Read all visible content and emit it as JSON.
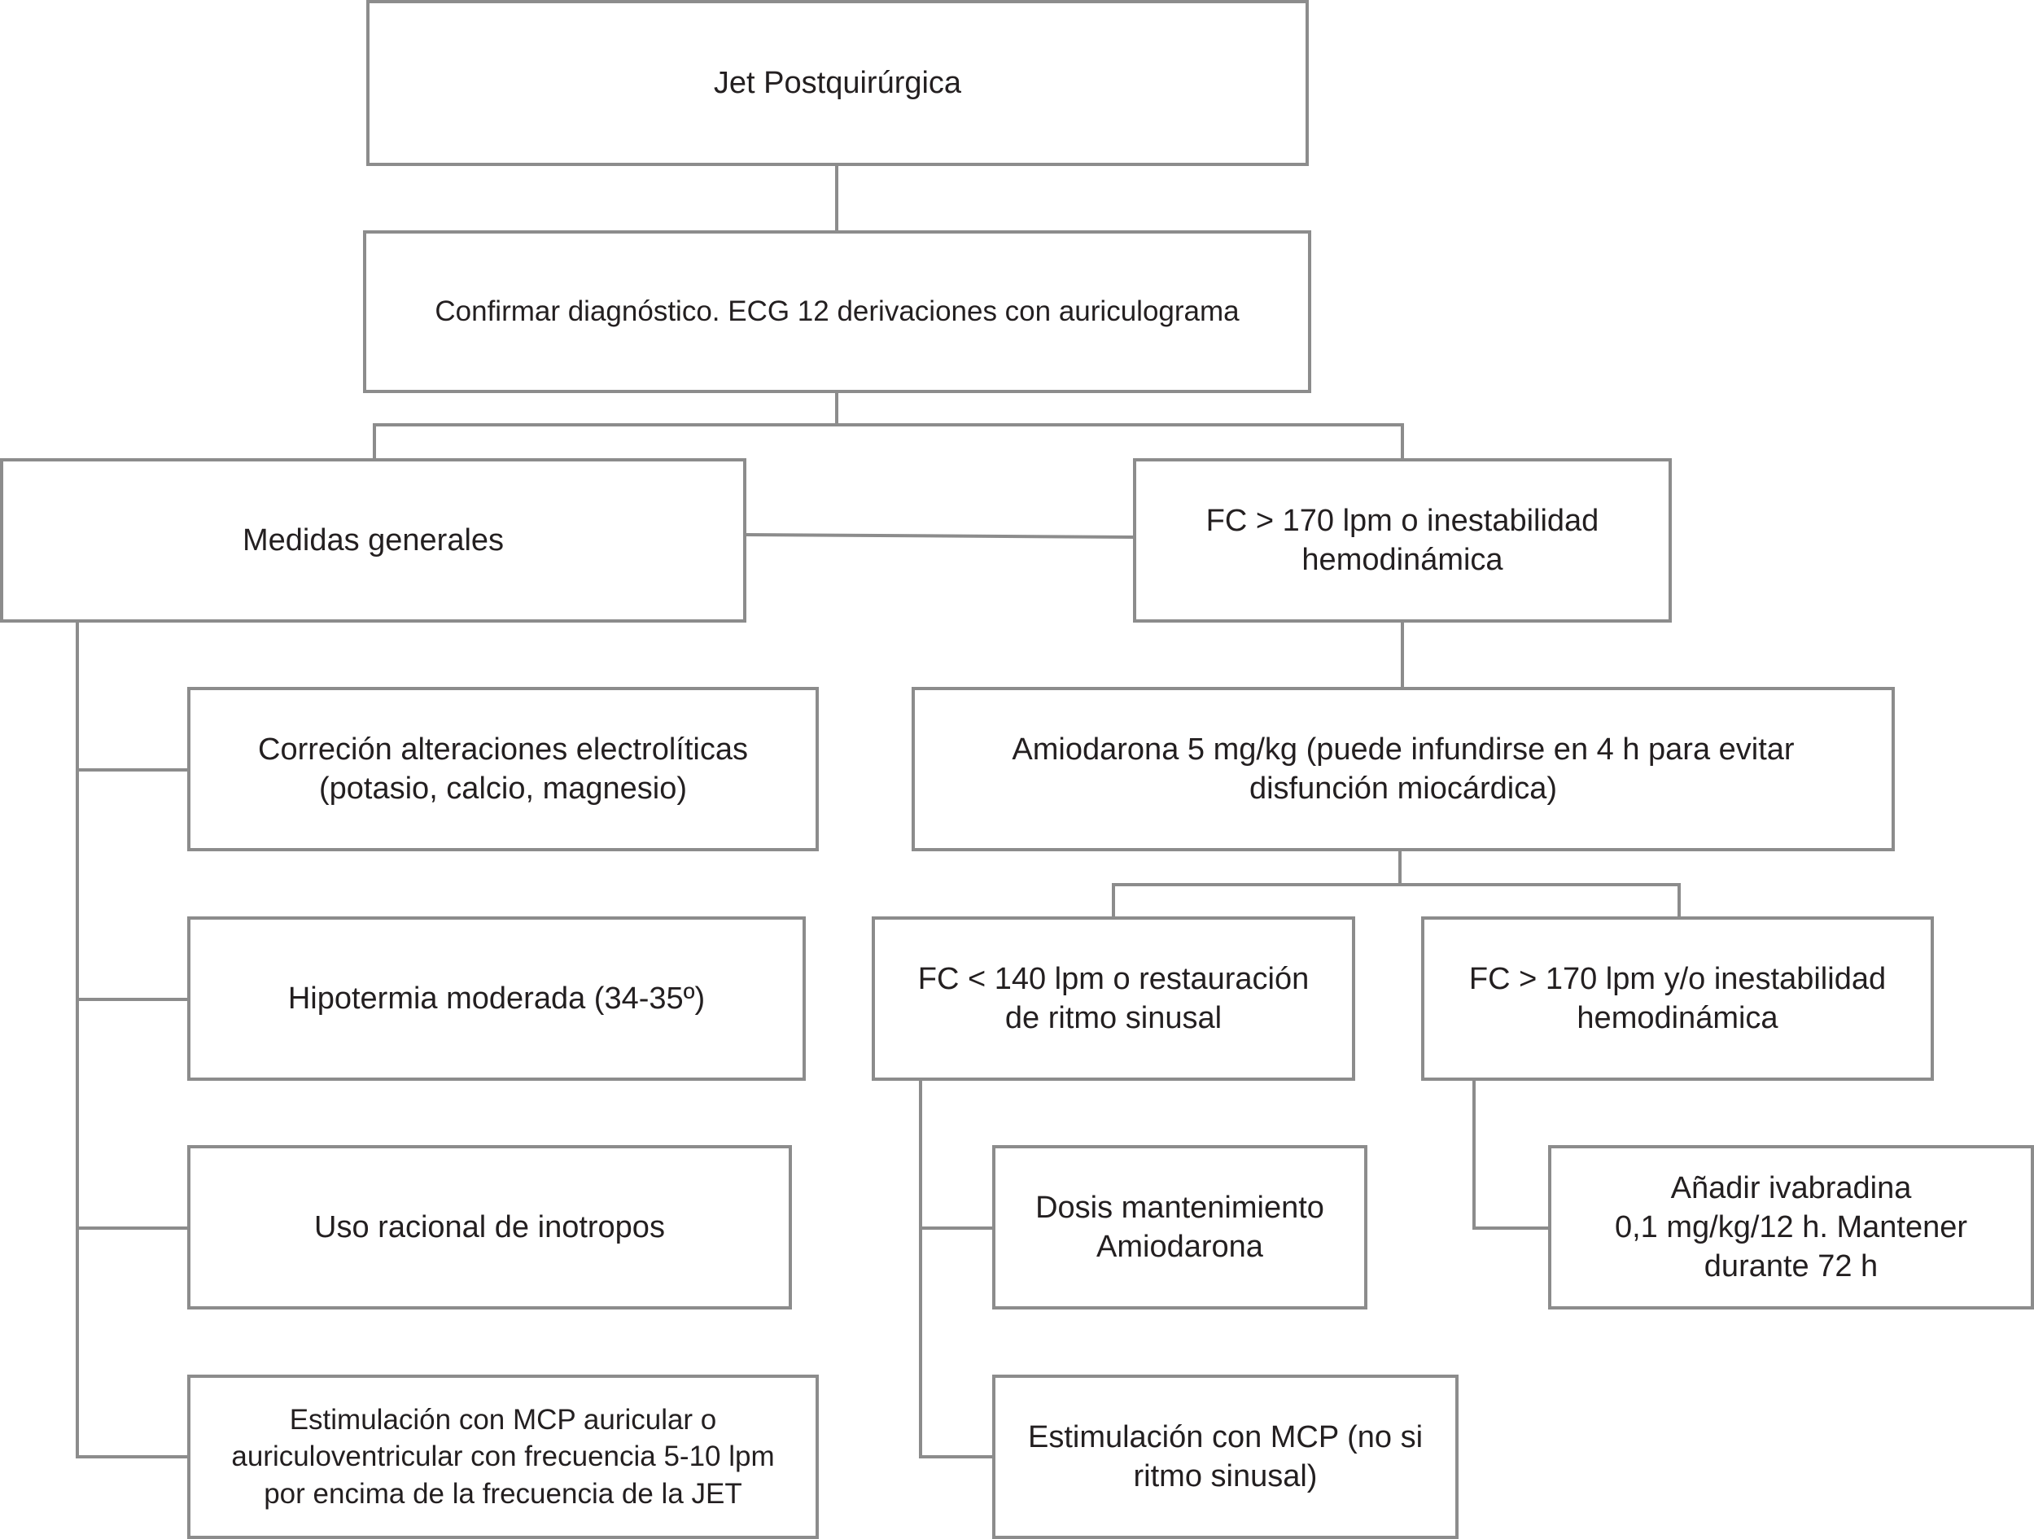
{
  "diagram": {
    "nodes": [
      {
        "id": "root",
        "text": "Jet Postquirúrgica"
      },
      {
        "id": "conf",
        "text": "Confirmar diagnóstico. ECG 12 derivaciones con auriculograma"
      },
      {
        "id": "med",
        "text": "Medidas generales"
      },
      {
        "id": "fc1",
        "text": "FC > 170 lpm o inestabilidad\nhemodinámica"
      },
      {
        "id": "corr",
        "text": "Correción alteraciones electrolíticas\n(potasio, calcio, magnesio)"
      },
      {
        "id": "amio",
        "text": "Amiodarona 5 mg/kg (puede infundirse en 4 h para evitar\ndisfunción miocárdica)"
      },
      {
        "id": "hipo",
        "text": "Hipotermia moderada (34-35º)"
      },
      {
        "id": "fc2",
        "text": "FC < 140 lpm o restauración\nde ritmo sinusal"
      },
      {
        "id": "fc3",
        "text": "FC > 170 lpm y/o inestabilidad\nhemodinámica"
      },
      {
        "id": "uso",
        "text": "Uso racional de inotropos"
      },
      {
        "id": "dosis",
        "text": "Dosis mantenimiento\nAmiodarona"
      },
      {
        "id": "ivab",
        "text": "Añadir ivabradina\n0,1 mg/kg/12 h. Mantener\ndurante 72 h"
      },
      {
        "id": "estl",
        "text": "Estimulación con MCP auricular o\nauriculoventricular con frecuencia 5-10 lpm\npor encima de la frecuencia de la JET"
      },
      {
        "id": "estr",
        "text": "Estimulación con MCP (no si\nritmo sinusal)"
      }
    ],
    "edges": [
      {
        "from": "root",
        "to": "conf"
      },
      {
        "from": "conf",
        "to": "med"
      },
      {
        "from": "conf",
        "to": "fc1"
      },
      {
        "from": "med",
        "to": "fc1"
      },
      {
        "from": "med",
        "to": "corr"
      },
      {
        "from": "med",
        "to": "hipo"
      },
      {
        "from": "med",
        "to": "uso"
      },
      {
        "from": "med",
        "to": "estl"
      },
      {
        "from": "fc1",
        "to": "amio"
      },
      {
        "from": "amio",
        "to": "fc2"
      },
      {
        "from": "amio",
        "to": "fc3"
      },
      {
        "from": "fc2",
        "to": "dosis"
      },
      {
        "from": "fc2",
        "to": "estr"
      },
      {
        "from": "fc3",
        "to": "ivab"
      }
    ],
    "colors": {
      "border": "#8c8c8c",
      "line": "#8c8c8c",
      "text": "#231f20",
      "background": "#ffffff"
    }
  }
}
